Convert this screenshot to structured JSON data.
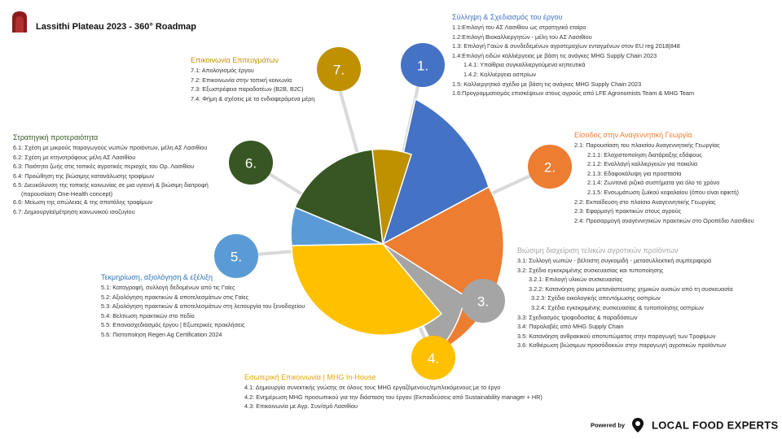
{
  "header": {
    "title": "Lassithi Plateau 2023 - 360° Roadmap"
  },
  "colors": {
    "blue": "#4472C4",
    "orange": "#ED7D31",
    "gray": "#A5A5A5",
    "yellow": "#FFC000",
    "lightblue": "#5B9BD5",
    "green": "#375623",
    "gold": "#BF9000"
  },
  "circles": [
    {
      "label": "1.",
      "color": "#4472C4"
    },
    {
      "label": "2.",
      "color": "#ED7D31"
    },
    {
      "label": "3.",
      "color": "#A5A5A5"
    },
    {
      "label": "4.",
      "color": "#FFC000"
    },
    {
      "label": "5.",
      "color": "#5B9BD5"
    },
    {
      "label": "6.",
      "color": "#375623"
    },
    {
      "label": "7.",
      "color": "#BF9000"
    }
  ],
  "sections": {
    "s1": {
      "title": "Σύλληψη & Σχεδιασμός του έργου",
      "items": [
        "1.1:Επιλογή του ΑΣ Λασιθίου ως στρατηγικό εταίρο",
        "1.2:Επιλογή Βιοκαλλιεργητών - μέλη του ΑΣ Λασιθίου",
        "1.3: Επιλογή Γαιών & συνδεδεμένων αγροτεμαχίων ενταγμένων στον EU reg 2018|848",
        "1.4:Επιλογή ειδών καλλιέργειας με βάση τις ανάγκες MHG Supply Chain 2023",
        "1.4.1: Υπαίθρια συγκαλλιεργούμενα κηπευτικά",
        "1.4.2: Καλλιέργεια οσπρίων",
        "1.5: Καλλιεργητικό σχέδιο με βάση τις ανάγκες MHG Supply Chain 2023",
        "1.6:Προγραμματισμός επισκέψεων στους αγρούς από LFE Agronomists Team & MHG Team"
      ]
    },
    "s2": {
      "title": "Είσοδος στην Αναγεννητική Γεωργία",
      "items": [
        "2.1: Παρουσίαση του πλαισίου Αναγεννητικής Γεωργίας",
        "2.1.1: Ελαχιστοποίηση διατάραξης εδάφους",
        "2.1.2: Εναλλαγή καλλιεργειών για ποικιλία",
        "2.1.3: Εδαφοκάλυψη για προστασία",
        "2.1.4: Ζωντανά ριζικά συστήματα για όλο το χρόνο",
        "2.1.5: Ενσωμάτωση ζωϊκού κεφαλαίου (όπου είναι εφικτή)",
        "2.2: Εκπαίδευση στο πλαίσιο Αναγεννητικής Γεωργίας",
        "2.3: Εφαρμογή πρακτικών στους αγρούς",
        "2.4: Προσαρμογή αναγεννητικών πρακτικών στο Οροπέδιο Λασιθίου"
      ]
    },
    "s3": {
      "title": "Βιώσιμη διαχείριση τελικών αγροτικών προϊόντων",
      "items": [
        "3.1: Συλλογή νωπών - βέλτιστη συγκομιδή - μετασυλλεκτική συμπεριφορά",
        "3.2: Σχέδιο εγκεκριμένης συσκευασίας και τυποποίησης",
        "3.2.1: Επιλογή υλικών συσκευασίας",
        "3.2.2: Κατανόηση ρίσκου μετανάστευσης χημικών ουσιών από τη συσκευασία",
        "3.2.3: Σχέδιο οικολογικής απεντόμωσης οσπρίων",
        "3.2.4: Σχέδιο εγκεκριμένης συσκευασίας & τυποποίησης οσπρίων",
        "3.3: Σχεδιασμός τροφοδοσίας & παραδόσεων",
        "3.4: Παραλαβές από MHG Supply Chain",
        "3.5: Κατανόηση ανθρακικού αποτυπώματος στην παραγωγή των Τροφίμων",
        "3.6: Καθιέρωση βιώσιμων προσόδοκιών στην παραγωγή αγροτικών προϊόντων"
      ]
    },
    "s4": {
      "title": "Εσωτερική Επικοινωνία  |  MHG In-House",
      "items": [
        "4.1: Δημιουργία συνεκτικής γνώσης σε όλους τους MHG εργαζόμενους/εμπλεκόμενους με το έργο",
        "4.2: Ενημέρωση MHG προσωπικού  για την διάσταση του έργου (Εκπαιδεύσεις από Sustainability manager + HR)",
        "4.3: Επικοινωνία με Αγρ. Συν/σμό Λασιθίου"
      ]
    },
    "s5": {
      "title": "Τεκμηρίωση, αξιολόγηση & εξέλιξη",
      "items": [
        "5.1: Καταγραφή, συλλογή δεδομένων από τις Γαίες",
        "5.2: Αξιολόγηση πρακτικών & αποτελεσμάτων στις Γαίες",
        "5.3: Αξιολόγηση πρακτικών & αποτελεσμάτων στη λειτουργία του ξενοδοχείου",
        "5.4: Βελτίωση πρακτικών στο πεδίο",
        "5.5: Επανασχεδιασμός έργου | Εξωτερικές προκλήσεις",
        "5.6: Πιστοποίηση Regen Ag Certification 2024"
      ]
    },
    "s6": {
      "title": "Στρατηγική προτεραιότητα",
      "items": [
        "6.1: Σχέση με μικρούς παραγωγούς νωπών προϊόντων, μέλη ΑΣ Λασιθίου",
        "6.2: Σχέση με κτηνοτρόφους μέλη ΑΣ Λασιθίου",
        "6.3: Ποιότητα ζωής στις τοπικές αγροτικές περιοχές του Ορ. Λασιθίου",
        "6.4: Προώθηση της βιώσιμης κατανάλωσης τροφίμων",
        "6.5: Διευκόλυνση της τοπικής κοινωνίας σε μια υγιεινή & βιώσιμη διατροφή",
        "(παρουσίαση One-Health concept)",
        "6.6: Μείωση της απώλειας & της σπατάλης τροφίμων",
        "6.7: Δημιουργία/μέτρηση κοινωνικού ισοζυγίου"
      ]
    },
    "s7": {
      "title": "Επικοινωνία Επιτευγμάτων",
      "items": [
        "7.1: Απολογισμός έργου",
        "7.2: Επικοινωνία στην τοπική κοινωνία",
        "7.3: Εξωστρέφεια παραδοτέων (B2B, B2C)",
        "7.4: Φήμη & σχέσεις με τα ενδιαφερόμενα μέρη"
      ]
    }
  },
  "footer": {
    "powered": "Powered by",
    "brand": "LOCAL FOOD EXPERTS",
    "registered": "®"
  }
}
